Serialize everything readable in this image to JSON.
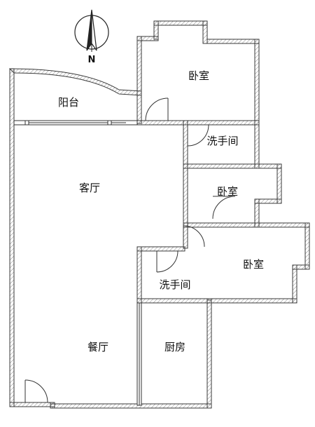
{
  "compass": {
    "letter": "N"
  },
  "rooms": {
    "bedroom_top": "卧室",
    "balcony": "阳台",
    "bathroom_top": "洗手间",
    "living_room": "客厅",
    "bedroom_middle": "卧室",
    "bedroom_right": "卧室",
    "bathroom_bottom": "洗手间",
    "dining_room": "餐厅",
    "kitchen": "厨房"
  }
}
